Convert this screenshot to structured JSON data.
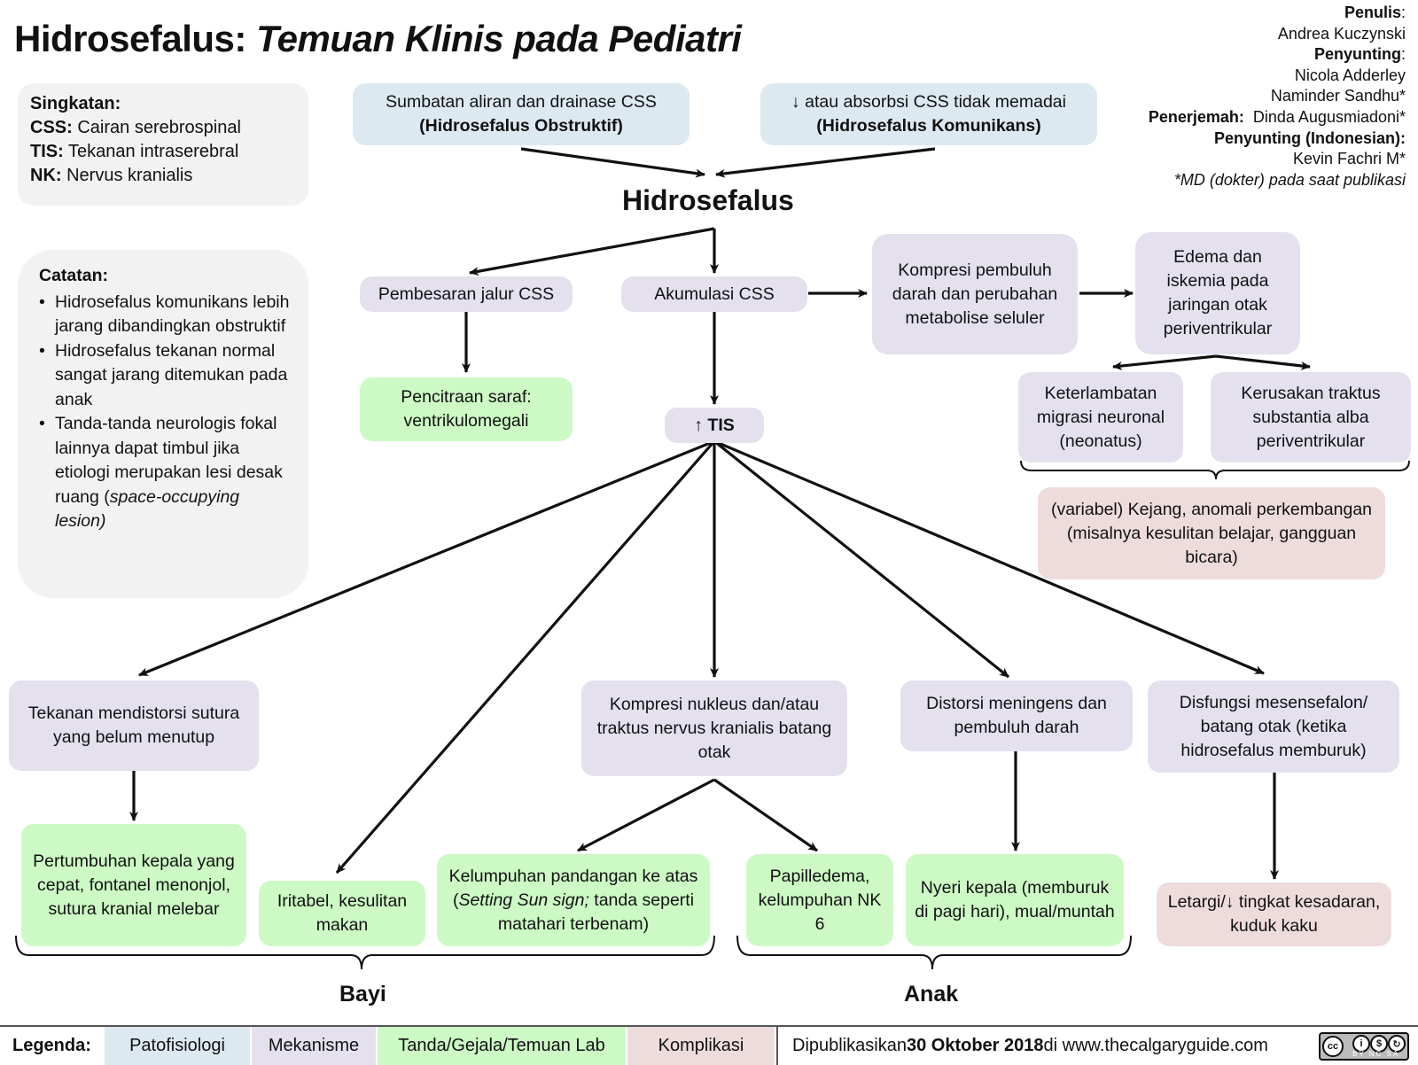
{
  "header": {
    "title_main": "Hidrosefalus:",
    "title_sub": "Temuan Klinis pada Pediatri"
  },
  "credits": {
    "penulis_label": "Penulis",
    "penulis": "Andrea Kuczynski",
    "penyunting_label": "Penyunting",
    "penyunting_1": "Nicola Adderley",
    "penyunting_2": "Naminder Sandhu*",
    "penerjemah_label": "Penerjemah:",
    "penerjemah": "Dinda Augusmiadoni*",
    "penyunting_id_label": "Penyunting (Indonesian):",
    "penyunting_id": "Kevin Fachri M*",
    "note": "*MD (dokter) pada saat publikasi"
  },
  "abbreviations": {
    "heading": "Singkatan:",
    "items": [
      {
        "key": "CSS:",
        "value": "Cairan serebrospinal"
      },
      {
        "key": "TIS:",
        "value": "Tekanan intraserebral"
      },
      {
        "key": "NK:",
        "value": "Nervus kranialis"
      }
    ]
  },
  "notes": {
    "heading": "Catatan:",
    "item_1": "Hidrosefalus komunikans lebih jarang dibandingkan obstruktif",
    "item_2": "Hidrosefalus tekanan normal sangat jarang ditemukan pada anak",
    "item_3_a": "Tanda-tanda neurologis fokal lainnya dapat timbul jika etiologi merupakan lesi desak ruang (",
    "item_3_b": "space-occupying lesion)"
  },
  "nodes": {
    "obstruktif_1": "Sumbatan aliran dan drainase CSS",
    "obstruktif_2": "(Hidrosefalus Obstruktif)",
    "komunikans_1": "↓ atau absorbsi CSS tidak memadai",
    "komunikans_2": "(Hidrosefalus Komunikans)",
    "hidrosefalus": "Hidrosefalus",
    "pembesaran": "Pembesaran jalur CSS",
    "akumulasi": "Akumulasi CSS",
    "kompresi_pembuluh": "Kompresi pembuluh darah dan perubahan metabolise seluler",
    "edema": "Edema dan iskemia pada jaringan otak periventrikular",
    "pencitraan": "Pencitraan saraf: ventrikulomegali",
    "tis": "↑ TIS",
    "keterlambatan": "Keterlambatan migrasi neuronal (neonatus)",
    "kerusakan": "Kerusakan traktus substantia alba periventrikular",
    "kejang": "(variabel) Kejang, anomali perkembangan (misalnya kesulitan belajar, gangguan bicara)",
    "tekanan_sutura": "Tekanan mendistorsi sutura yang belum menutup",
    "kompresi_nukleus": "Kompresi nukleus dan/atau traktus nervus kranialis batang otak",
    "distorsi": "Distorsi meningens dan pembuluh darah",
    "disfungsi": "Disfungsi mesensefalon/ batang otak (ketika hidrosefalus memburuk)",
    "pertumbuhan": "Pertumbuhan kepala yang cepat, fontanel menonjol, sutura kranial melebar",
    "iritabel": "Iritabel, kesulitan makan",
    "kelumpuhan_a": "Kelumpuhan pandangan ke atas (",
    "kelumpuhan_b": "Setting Sun sign;",
    "kelumpuhan_c": " tanda seperti matahari terbenam)",
    "papilledema": "Papilledema, kelumpuhan NK 6",
    "nyeri": "Nyeri kepala (memburuk di pagi hari), mual/muntah",
    "letargi": "Letargi/↓ tingkat kesadaran, kuduk kaku"
  },
  "groups": {
    "bayi": "Bayi",
    "anak": "Anak"
  },
  "legend": {
    "label": "Legenda:",
    "patofisiologi": "Patofisiologi",
    "mekanisme": "Mekanisme",
    "tanda": "Tanda/Gejala/Temuan Lab",
    "komplikasi": "Komplikasi",
    "colors": {
      "patofisiologi": "#dde9f1",
      "mekanisme": "#e4e0ee",
      "tanda": "#ccf9c4",
      "komplikasi": "#eedcdc"
    }
  },
  "footer": {
    "pub_pre": "Dipublikasikan ",
    "pub_date": "30 Oktober 2018",
    "pub_post": " di www.thecalgaryguide.com",
    "license": "BY NC SA"
  }
}
